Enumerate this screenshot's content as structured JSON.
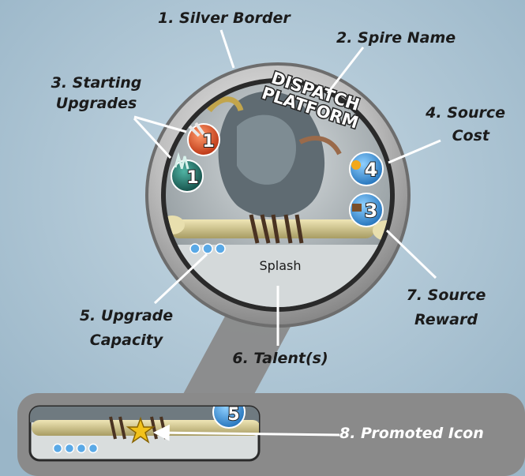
{
  "labels": {
    "silver_border": "1. Silver Border",
    "spire_name": "2. Spire Name",
    "starting_upgrades_line1": "3. Starting",
    "starting_upgrades_line2": "Upgrades",
    "source_cost_line1": "4. Source",
    "source_cost_line2": "Cost",
    "upgrade_capacity_line1": "5. Upgrade",
    "upgrade_capacity_line2": "Capacity",
    "talents": "6. Talent(s)",
    "source_reward_line1": "7. Source",
    "source_reward_line2": "Reward",
    "promoted_icon": "8. Promoted Icon"
  },
  "token": {
    "name_line1": "DISPATCH",
    "name_line2": "PLATFORM",
    "talent": "Splash",
    "upgrade_1_value": "1",
    "upgrade_2_value": "1",
    "source_cost": "4",
    "source_reward": "3",
    "upgrade_capacity_pips": 3
  },
  "inset": {
    "reward_value": "5",
    "upgrade_capacity_pips": 4
  },
  "colors": {
    "background": "#a9c3d4",
    "silver": "#c9c9c9",
    "inset_panel": "#8a8a8a",
    "cost_badge": "#3a8fd4",
    "upgrade_red": "#d9401f",
    "upgrade_teal": "#1f6f66",
    "star": "#f2c21b"
  }
}
